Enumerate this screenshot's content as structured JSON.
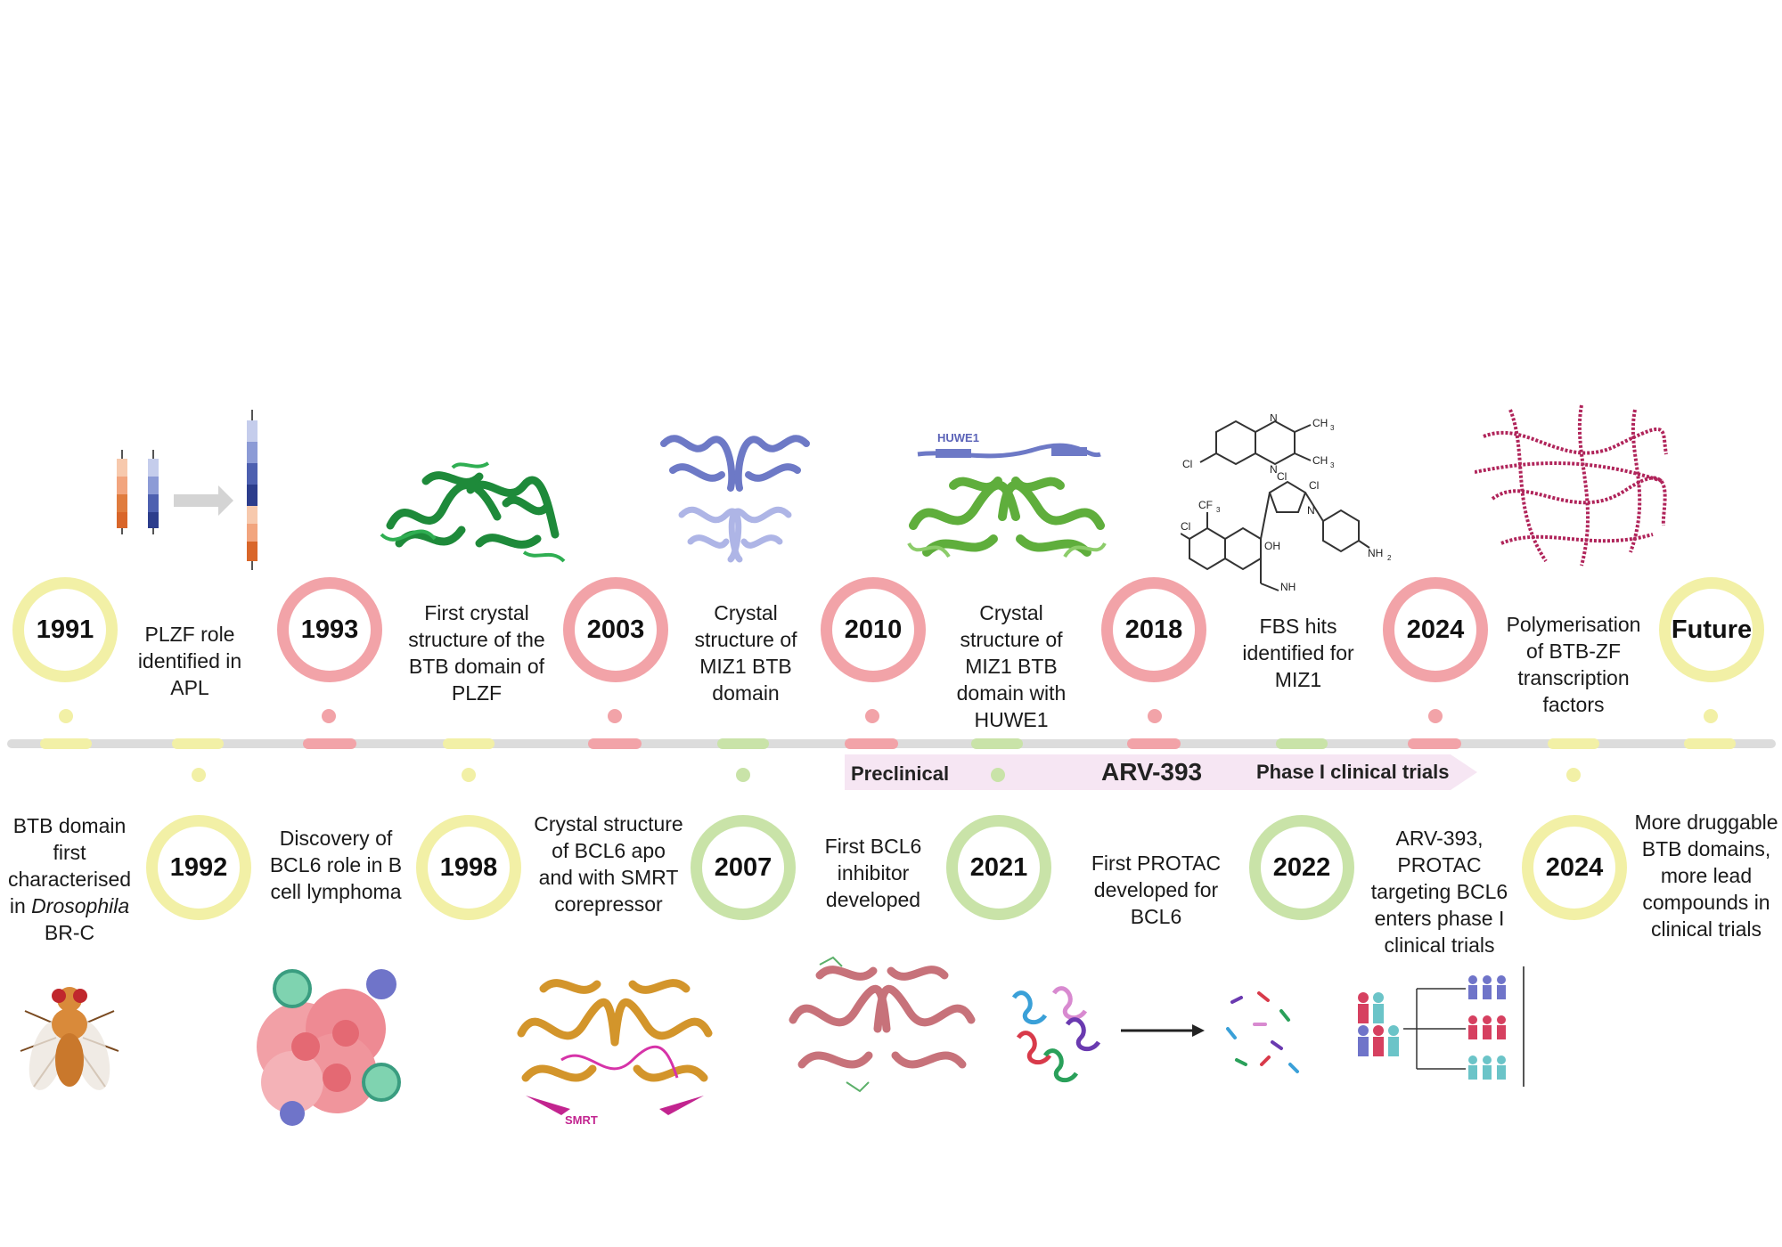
{
  "events_top": [
    {
      "year": "1991",
      "label": "PLZF role identified in APL",
      "color": "yellow"
    },
    {
      "year": "1993",
      "label": "First crystal structure of the BTB domain of PLZF",
      "color": "pink"
    },
    {
      "year": "2003",
      "label": "Crystal structure of MIZ1 BTB domain",
      "color": "pink"
    },
    {
      "year": "2010",
      "label": "Crystal structure of MIZ1 BTB domain with HUWE1",
      "color": "pink"
    },
    {
      "year": "2018",
      "label": "FBS hits identified for MIZ1",
      "color": "pink"
    },
    {
      "year": "2024",
      "label": "Polymerisation of BTB-ZF transcription factors",
      "color": "pink"
    },
    {
      "year": "Future",
      "label": "",
      "color": "yellow"
    }
  ],
  "events_bottom": [
    {
      "year": "1992",
      "label": "Discovery of BCL6 role in B cell lymphoma",
      "color": "yellow"
    },
    {
      "year": "1998",
      "label": "Crystal structure of BCL6 apo and with SMRT corepressor",
      "color": "yellow"
    },
    {
      "year": "2007",
      "label": "First BCL6 inhibitor developed",
      "color": "green"
    },
    {
      "year": "2021",
      "label": "First PROTAC developed for BCL6",
      "color": "green"
    },
    {
      "year": "2022",
      "label": "ARV-393, PROTAC targeting BCL6 enters phase I clinical trials",
      "color": "green"
    },
    {
      "year": "2024",
      "label": "More druggable BTB domains, more lead compounds in clinical trials",
      "color": "yellow"
    }
  ],
  "first_label": {
    "line1": "BTB domain first characterised in",
    "italic": "Drosophila",
    "line2": "BR-C"
  },
  "arrow": {
    "left": "Preclinical",
    "center": "ARV-393",
    "right": "Phase I clinical trials"
  },
  "image_labels": {
    "huwe1": "HUWE1",
    "smrt": "SMRT"
  },
  "chem": {
    "cl": "Cl",
    "ch3": "CH",
    "n": "N",
    "cf3": "CF",
    "oh": "OH",
    "nh": "NH",
    "nh2": "NH"
  },
  "icons": [
    "fly-icon",
    "chromosome-fusion-icon",
    "protein-structure-icon",
    "lymphoma-cells-icon",
    "chemical-structure-icon",
    "degradation-icon",
    "patients-icon",
    "polymer-network-icon"
  ]
}
